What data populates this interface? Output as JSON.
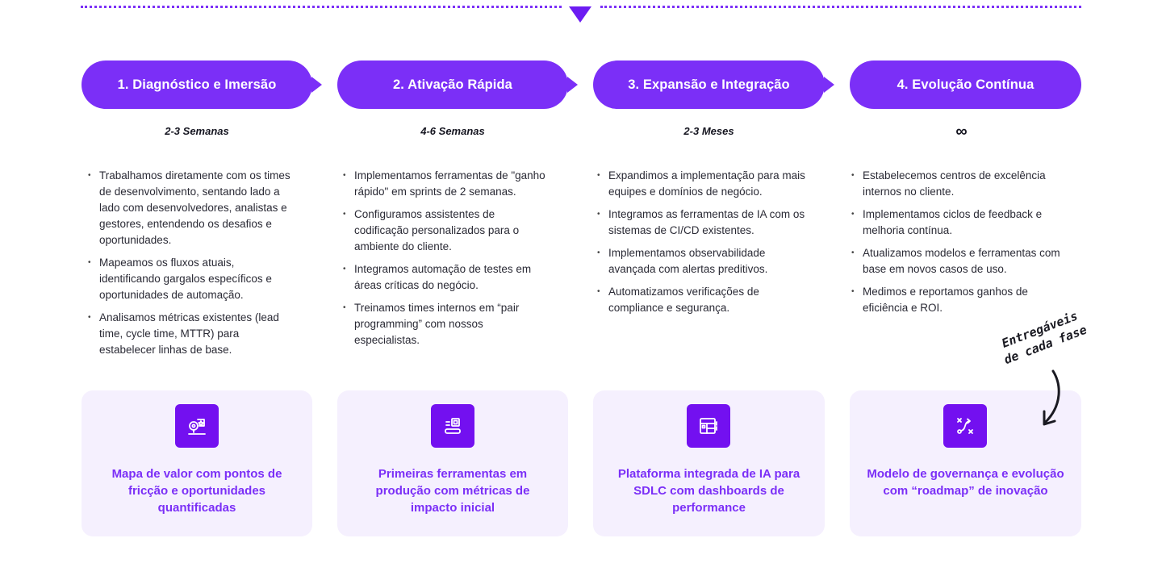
{
  "colors": {
    "accent": "#7b2ff7",
    "card_bg": "#f5f0fe",
    "icon_bg": "#7310f0"
  },
  "phases": [
    {
      "title": "1. Diagnóstico e Imersão",
      "duration": "2-3  Semanas",
      "bullets": [
        "Trabalhamos diretamente com os times de desenvolvimento, sentando lado a lado com desenvolvedores, analistas e gestores, entendendo os desafios e oportunidades.",
        "Mapeamos os fluxos atuais, identificando gargalos específicos e oportunidades de automação.",
        "Analisamos métricas existentes (lead time, cycle time, MTTR) para estabelecer linhas de base."
      ],
      "deliverable": {
        "icon": "map-pin-star-icon",
        "text": "Mapa de valor com pontos de fricção e oportunidades quantificadas"
      }
    },
    {
      "title": "2. Ativação Rápida",
      "duration": "4-6  Semanas",
      "bullets": [
        "Implementamos ferramentas de \"ganho rápido\" em sprints de 2 semanas.",
        "Configuramos assistentes de codificação personalizados para o ambiente do cliente.",
        "Integramos automação de testes em áreas críticas do negócio.",
        "Treinamos times internos em “pair programming” com nossos especialistas."
      ],
      "deliverable": {
        "icon": "tools-icon",
        "text": "Primeiras ferramentas em produção com métricas de impacto inicial"
      }
    },
    {
      "title": "3. Expansão e Integração",
      "duration": "2-3  Meses",
      "bullets": [
        "Expandimos a implementação para mais equipes e domínios de negócio.",
        "Integramos as ferramentas de IA com os sistemas de CI/CD existentes.",
        "Implementamos observabilidade avançada com alertas preditivos.",
        "Automatizamos verificações de compliance e segurança."
      ],
      "deliverable": {
        "icon": "dashboard-icon",
        "text": "Plataforma integrada de IA para SDLC com dashboards de performance"
      }
    },
    {
      "title": "4. Evolução Contínua",
      "duration": "∞",
      "bullets": [
        "Estabelecemos centros de excelência internos no cliente.",
        "Implementamos ciclos de feedback e melhoria contínua.",
        "Atualizamos modelos e ferramentas com base em novos casos de uso.",
        "Medimos e reportamos ganhos de eficiência e ROI."
      ],
      "deliverable": {
        "icon": "route-icon",
        "text": "Modelo de governança e evolução com “roadmap” de inovação"
      }
    }
  ],
  "note": {
    "line1": "Entregáveis",
    "line2": "de cada fase"
  }
}
